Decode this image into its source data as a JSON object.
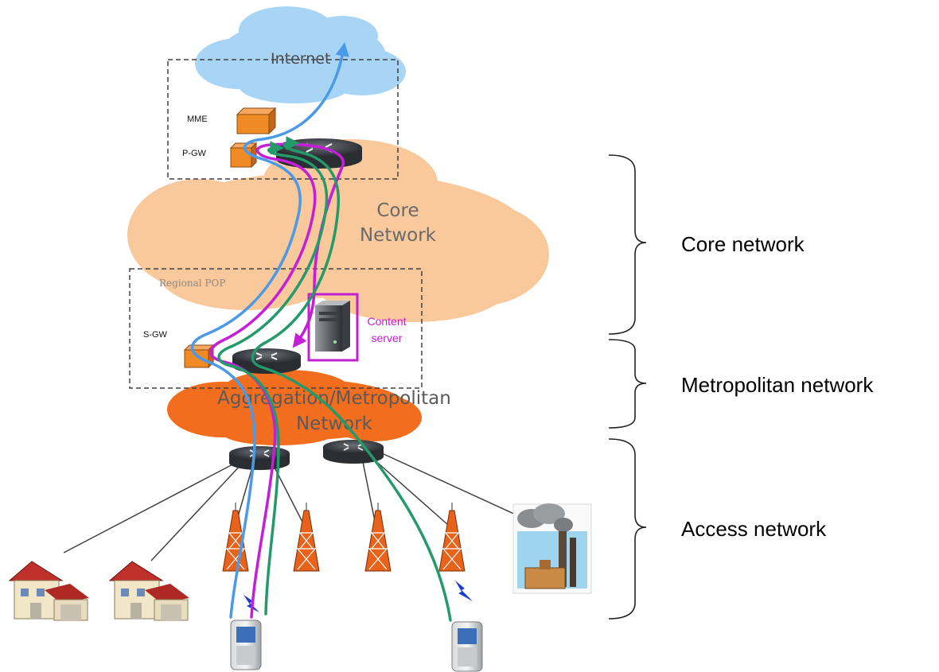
{
  "clouds": {
    "internet": "Internet",
    "core_line1": "Core",
    "core_line2": "Network",
    "metro_line1": "Aggregation/Metropolitan",
    "metro_line2": "Network"
  },
  "boxes": {
    "mme": "MME",
    "pgw": "P-GW",
    "regional_pop": "Regional POP",
    "sgw": "S-GW",
    "content_line1": "Content",
    "content_line2": "server"
  },
  "braces": {
    "core": "Core network",
    "metro": "Metropolitan network",
    "access": "Access network"
  },
  "colors": {
    "internet_cloud": "#a8d4f5",
    "core_cloud": "#f9c89b",
    "metro_cloud": "#f26d1e",
    "content_magenta": "#c020d0",
    "path_blue": "#4a9ae8",
    "path_magenta": "#c41fd6",
    "path_green": "#249a6a",
    "equipment_orange": "#f08a24",
    "tower_orange": "#e8621a"
  }
}
